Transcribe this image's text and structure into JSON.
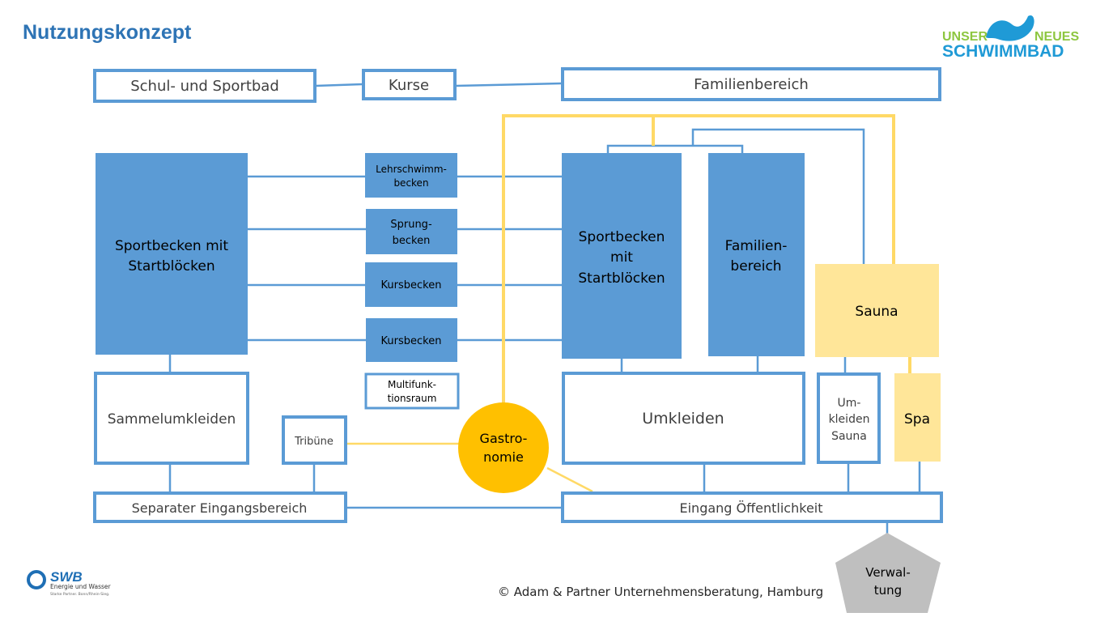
{
  "title": "Nutzungskonzept",
  "logo": {
    "word1": "UNSER",
    "word2": "NEUES",
    "word3": "SCHWIMMBAD"
  },
  "nodes": {
    "schul_sportbad": "Schul- und Sportbad",
    "kurse": "Kurse",
    "familienbereich_top": "Familienbereich",
    "sportbecken_left": [
      "Sportbecken mit",
      "Startblöcken"
    ],
    "lehrschwimm": [
      "Lehrschwimm-",
      "becken"
    ],
    "sprung": [
      "Sprung-",
      "becken"
    ],
    "kursbecken1": "Kursbecken",
    "kursbecken2": "Kursbecken",
    "multifunktion": [
      "Multifunk-",
      "tionsraum"
    ],
    "sportbecken_right": [
      "Sportbecken",
      "mit",
      "Startblöcken"
    ],
    "familien_pool": [
      "Familien-",
      "bereich"
    ],
    "sauna": "Sauna",
    "sammelumkleiden": "Sammelumkleiden",
    "tribuene": "Tribüne",
    "gastronomie": [
      "Gastro-",
      "nomie"
    ],
    "umkleiden": "Umkleiden",
    "umkleiden_sauna": [
      "Um-",
      "kleiden",
      "Sauna"
    ],
    "spa": "Spa",
    "separater_eingang": "Separater Eingangsbereich",
    "eingang_oeffentlichkeit": "Eingang Öffentlichkeit",
    "verwaltung": [
      "Verwal-",
      "tung"
    ]
  },
  "footer": {
    "copyright": "© Adam & Partner Unternehmensberatung, Hamburg",
    "swb_name": "SWB",
    "swb_sub1": "Energie und Wasser",
    "swb_sub2": "Starke Partner. Bonn/Rhein-Sieg."
  },
  "colors": {
    "blue_fill": "#5b9bd5",
    "blue_border": "#5b9bd5",
    "title_blue": "#2e74b5",
    "sauna_fill": "#ffe699",
    "gastro_fill": "#ffc000",
    "yellow_line": "#ffd966",
    "grey_fill": "#bfbfbf",
    "logo_blue": "#1f9ad6",
    "logo_green": "#8dc63f"
  }
}
